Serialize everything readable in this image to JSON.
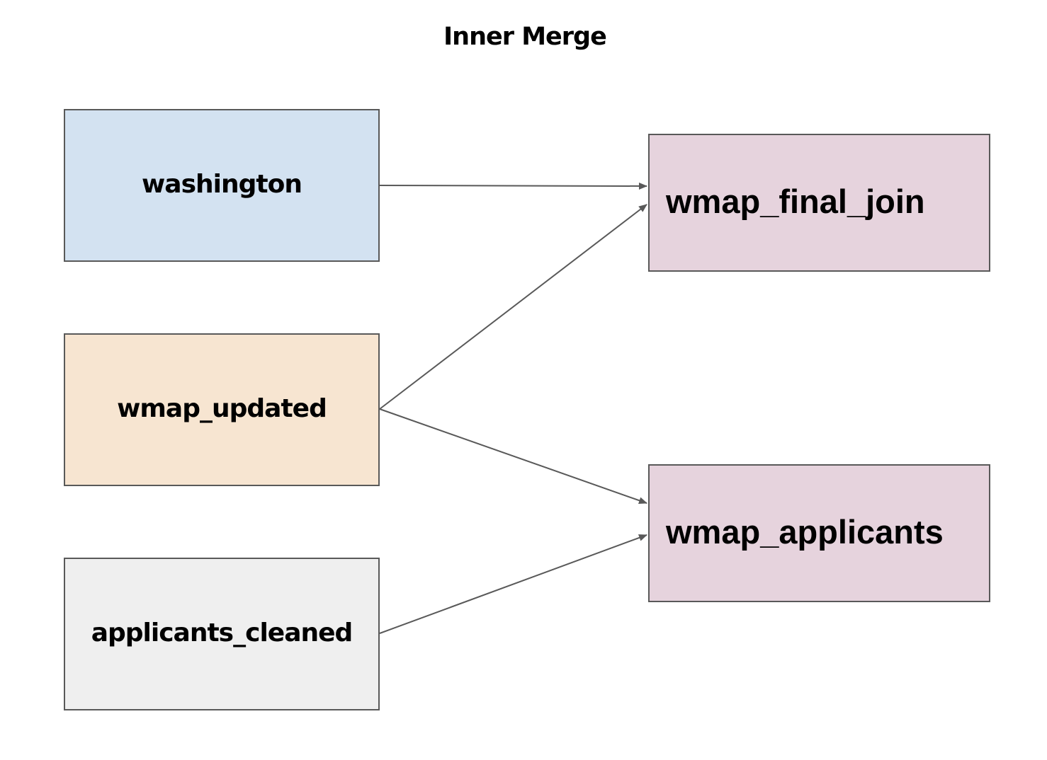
{
  "title": "Inner Merge",
  "nodes": {
    "washington": {
      "label": "washington",
      "fill": "#d3e2f1"
    },
    "wmap_updated": {
      "label": "wmap_updated",
      "fill": "#f7e5d1"
    },
    "applicants_cleaned": {
      "label": "applicants_cleaned",
      "fill": "#efefef"
    },
    "wmap_final_join": {
      "label": "wmap_final_join",
      "fill": "#e6d3dd"
    },
    "wmap_applicants": {
      "label": "wmap_applicants",
      "fill": "#e6d3dd"
    }
  },
  "edges": [
    {
      "from": "washington",
      "to": "wmap_final_join"
    },
    {
      "from": "wmap_updated",
      "to": "wmap_final_join"
    },
    {
      "from": "wmap_updated",
      "to": "wmap_applicants"
    },
    {
      "from": "applicants_cleaned",
      "to": "wmap_applicants"
    }
  ],
  "colors": {
    "border": "#595959",
    "arrow": "#595959"
  }
}
